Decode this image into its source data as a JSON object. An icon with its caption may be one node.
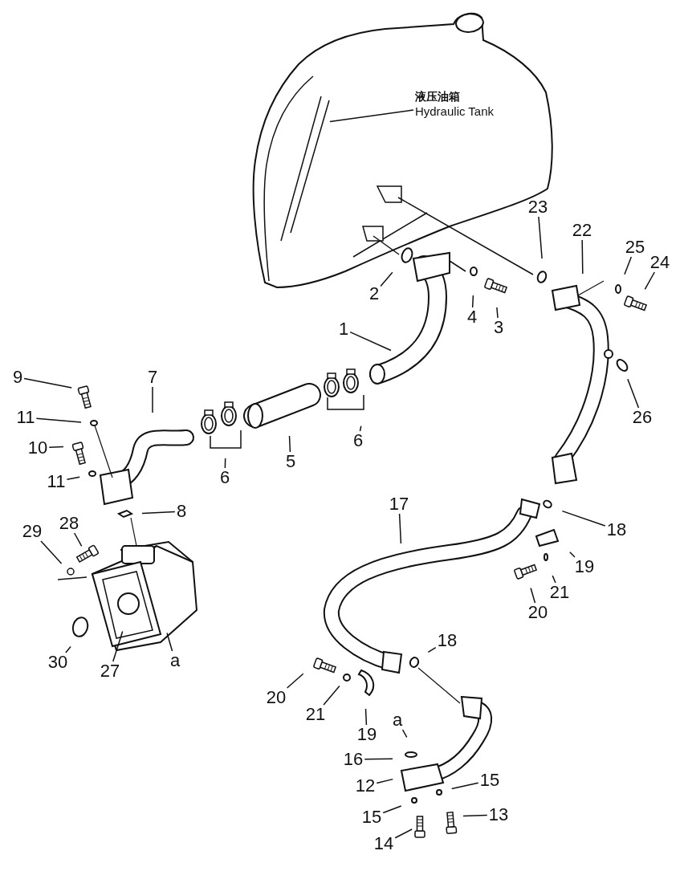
{
  "diagram": {
    "nodes": [
      {
        "text": [
          "液压油箱",
          "Hydraulic Tank"
        ]
      },
      {
        "text": [
          "23"
        ]
      },
      {
        "text": [
          "22"
        ]
      },
      {
        "text": [
          "25"
        ]
      },
      {
        "text": [
          "24"
        ]
      },
      {
        "text": [
          "2"
        ]
      },
      {
        "text": [
          "4"
        ]
      },
      {
        "text": [
          "3"
        ]
      },
      {
        "text": [
          "1"
        ]
      },
      {
        "text": [
          "9"
        ]
      },
      {
        "text": [
          "7"
        ]
      },
      {
        "text": [
          "11"
        ]
      },
      {
        "text": [
          "26"
        ]
      },
      {
        "text": [
          "10"
        ]
      },
      {
        "text": [
          "6"
        ]
      },
      {
        "text": [
          "6"
        ]
      },
      {
        "text": [
          "5"
        ]
      },
      {
        "text": [
          "11"
        ]
      },
      {
        "text": [
          "17"
        ]
      },
      {
        "text": [
          "8"
        ]
      },
      {
        "text": [
          "18"
        ]
      },
      {
        "text": [
          "28"
        ]
      },
      {
        "text": [
          "29"
        ]
      },
      {
        "text": [
          "19"
        ]
      },
      {
        "text": [
          "21"
        ]
      },
      {
        "text": [
          "20"
        ]
      },
      {
        "text": [
          "30"
        ]
      },
      {
        "text": [
          "27"
        ]
      },
      {
        "text": [
          "a"
        ]
      },
      {
        "text": [
          "18"
        ]
      },
      {
        "text": [
          "20"
        ]
      },
      {
        "text": [
          "21"
        ]
      },
      {
        "text": [
          "19"
        ]
      },
      {
        "text": [
          "a"
        ]
      },
      {
        "text": [
          "16"
        ]
      },
      {
        "text": [
          "12"
        ]
      },
      {
        "text": [
          "15"
        ]
      },
      {
        "text": [
          "15"
        ]
      },
      {
        "text": [
          "13"
        ]
      },
      {
        "text": [
          "14"
        ]
      }
    ],
    "edges": [
      {
        "from": 0,
        "to": null,
        "arrow": "none"
      },
      {
        "from": 1,
        "to": null,
        "arrow": "none"
      },
      {
        "from": 2,
        "to": null,
        "arrow": "none"
      },
      {
        "from": 3,
        "to": null,
        "arrow": "none"
      },
      {
        "from": 4,
        "to": null,
        "arrow": "none"
      },
      {
        "from": 5,
        "to": null,
        "arrow": "none"
      },
      {
        "from": 6,
        "to": null,
        "arrow": "none"
      },
      {
        "from": 7,
        "to": null,
        "arrow": "none"
      },
      {
        "from": 8,
        "to": null,
        "arrow": "none"
      },
      {
        "from": 9,
        "to": null,
        "arrow": "none"
      },
      {
        "from": 10,
        "to": null,
        "arrow": "none"
      },
      {
        "from": 11,
        "to": null,
        "arrow": "none"
      },
      {
        "from": 12,
        "to": null,
        "arrow": "none"
      },
      {
        "from": 13,
        "to": null,
        "arrow": "none"
      },
      {
        "from": 14,
        "to": null,
        "arrow": "none"
      },
      {
        "from": 15,
        "to": null,
        "arrow": "none"
      },
      {
        "from": 16,
        "to": null,
        "arrow": "none"
      },
      {
        "from": 17,
        "to": null,
        "arrow": "none"
      },
      {
        "from": 18,
        "to": null,
        "arrow": "none"
      },
      {
        "from": 19,
        "to": null,
        "arrow": "none"
      },
      {
        "from": 20,
        "to": null,
        "arrow": "none"
      },
      {
        "from": 21,
        "to": null,
        "arrow": "none"
      },
      {
        "from": 22,
        "to": null,
        "arrow": "none"
      },
      {
        "from": 23,
        "to": null,
        "arrow": "none"
      },
      {
        "from": 24,
        "to": null,
        "arrow": "none"
      },
      {
        "from": 25,
        "to": null,
        "arrow": "none"
      },
      {
        "from": 26,
        "to": null,
        "arrow": "none"
      },
      {
        "from": 27,
        "to": null,
        "arrow": "none"
      },
      {
        "from": 28,
        "to": null,
        "arrow": "none"
      },
      {
        "from": 29,
        "to": null,
        "arrow": "none"
      },
      {
        "from": 30,
        "to": null,
        "arrow": "none"
      },
      {
        "from": 31,
        "to": null,
        "arrow": "none"
      },
      {
        "from": 32,
        "to": null,
        "arrow": "none"
      },
      {
        "from": 33,
        "to": null,
        "arrow": "none"
      },
      {
        "from": 34,
        "to": null,
        "arrow": "none"
      },
      {
        "from": 35,
        "to": null,
        "arrow": "none"
      },
      {
        "from": 36,
        "to": null,
        "arrow": "none"
      },
      {
        "from": 37,
        "to": null,
        "arrow": "none"
      },
      {
        "from": 38,
        "to": null,
        "arrow": "none"
      },
      {
        "from": 39,
        "to": null,
        "arrow": "none"
      }
    ]
  }
}
